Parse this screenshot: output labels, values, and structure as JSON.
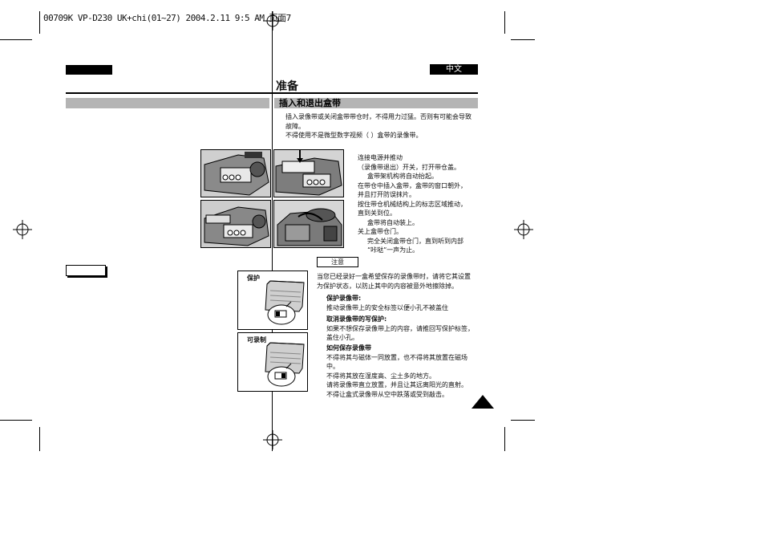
{
  "header_text": "00709K VP-D230 UK+chi(01~27) 2004.2.11 9:5 AM 页面7",
  "lang_tag": "中文",
  "page_title": "准备",
  "section_title": "插入和退出盒带",
  "intro": [
    "插入录像带或关闭盒带带仓时，不得用力过猛。否则有可能会导致",
    "故障。",
    "不得使用不是微型数字视频（    ）盒带的录像带。"
  ],
  "steps": [
    "连接电源并推动",
    "（录像带退出）开关，打开带仓盖。",
    "   盒带架机构将自动抬起。",
    "在带仓中插入盒带，盒带的窗口朝外，",
    "并且打开防误抹片。",
    "按住带仓机械结构上的标志区域推动，",
    "直到关到位。",
    "   盒带将自动装上。",
    "关上盒带仓门。",
    "   完全关闭盒带仓门，直到听到内部",
    "   “咔哒”一声为止。"
  ],
  "note_label": "注意",
  "note_intro": [
    "当您已经录好一盒希望保存的录像带时，请将它其设置",
    "为保护状态，以防止其中的内容被意外地擦除掉。"
  ],
  "protect_heading": "保护录像带:",
  "protect_text": [
    "推动录像带上的安全标签以便小孔不被盖住"
  ],
  "unprotect_heading": "取消录像带的写保护:",
  "unprotect_text": [
    "如果不想保存录像带上的内容，请推回写保护标签，",
    "盖住小孔。"
  ],
  "storage_heading": "如何保存录像带",
  "storage_text": [
    "不得将其与磁体一同放置，也不得将其放置在磁场",
    "中。",
    "不得将其放在湿度高、尘土多的地方。",
    "请将录像带直立放置，并且让其远离阳光的直射。",
    "不得让盒式录像带从空中跌落或受到敲击。"
  ],
  "label_protect": "保护",
  "label_recordable": "可录制"
}
